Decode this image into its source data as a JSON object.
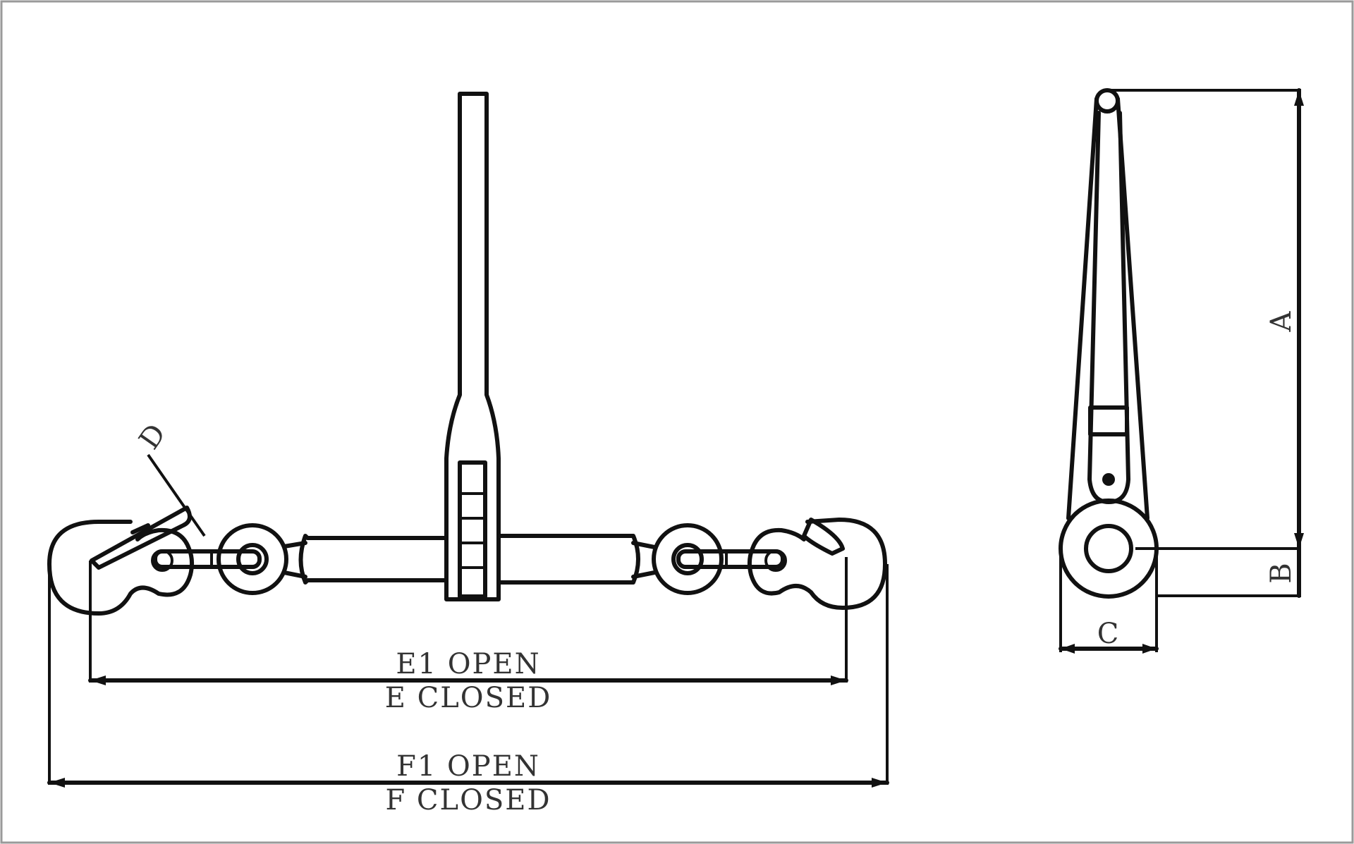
{
  "labels": {
    "e1_open": "E1 OPEN",
    "e_closed": "E CLOSED",
    "f1_open": "F1 OPEN",
    "f_closed": "F CLOSED",
    "a": "A",
    "b": "B",
    "c": "C",
    "d": "D"
  },
  "colors": {
    "line": "#111111",
    "text": "#333333",
    "background": "#ffffff"
  }
}
